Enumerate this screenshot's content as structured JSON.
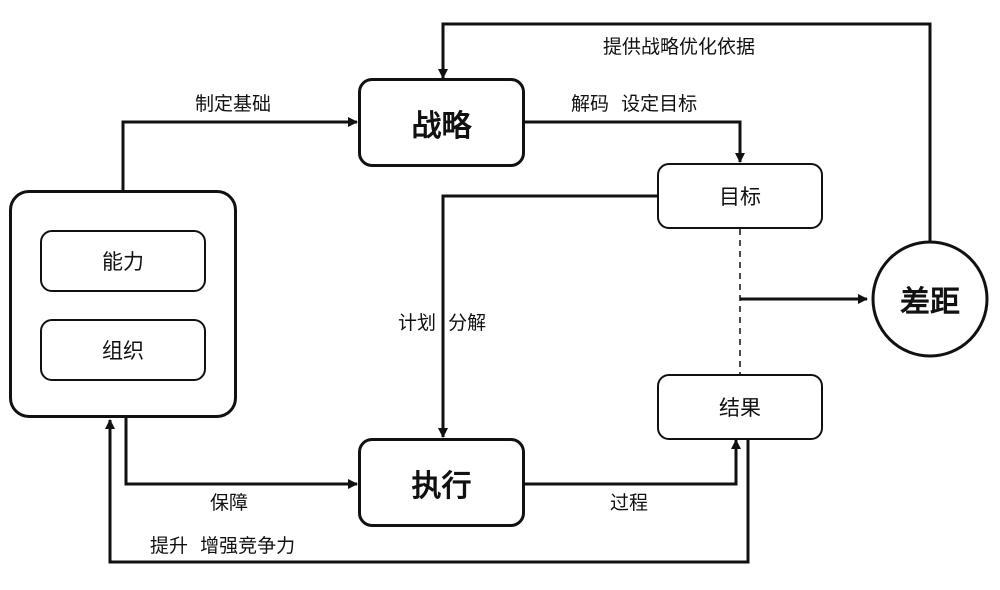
{
  "nodes": {
    "strategy": "战略",
    "execution": "执行",
    "goal": "目标",
    "result": "结果",
    "gap": "差距",
    "capability": "能力",
    "organization": "组织"
  },
  "edges": {
    "gap_to_strategy": "提供战略优化依据",
    "base_to_strategy": "制定基础",
    "strategy_to_goal": "解码  设定目标",
    "goal_to_execution": "计划  分解",
    "base_to_execution": "保障",
    "execution_to_result": "过程",
    "result_to_base": "提升  增强竞争力"
  }
}
